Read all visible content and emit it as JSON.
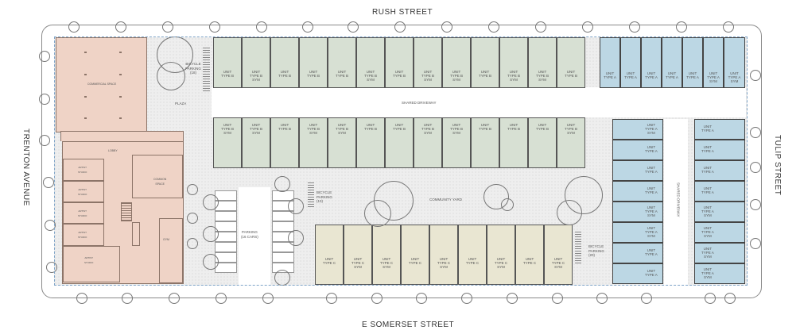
{
  "streets": {
    "north": "RUSH STREET",
    "south": "E SOMERSET STREET",
    "west": "TRENTON AVENUE",
    "east": "TULIP STREET"
  },
  "areas": {
    "commercial_space": "COMMERCIAL SPACE",
    "lobby": "LOBBY",
    "common_space": "COMMON\nSPACE",
    "plaza": "PLAZA",
    "bicycle_parking_plaza": "BICYCLE\nPARKING\n(18)",
    "shared_driveway_main": "SHARED DRIVEWAY",
    "shared_driveway_east": "SHARED DRIVEWAY",
    "parking": "PARKING\n(16 CARS)",
    "bicycle_parking_yard": "BICYCLE\nPARKING\n(13)",
    "community_yard": "COMMUNITY YARD",
    "bicycle_parking_east": "BICYCLE\nPARKING\n(20)",
    "artist_studio": "ARTIST\nSTUDIO",
    "gym": "GYM"
  },
  "colors": {
    "commercial": "#efd3c6",
    "type_a": "#bcd7e4",
    "type_b": "#d7e0d3",
    "type_c": "#e9e6d2",
    "plaza": "#eeeeee"
  },
  "units": {
    "type_b_north_row": [
      "UNIT\nTYPE B",
      "UNIT\nTYPE B\nSYM",
      "UNIT\nTYPE B",
      "UNIT\nTYPE B",
      "UNIT\nTYPE B",
      "UNIT\nTYPE B\nSYM",
      "UNIT\nTYPE B",
      "UNIT\nTYPE B\nSYM",
      "UNIT\nTYPE B\nSYM",
      "UNIT\nTYPE B",
      "UNIT\nTYPE B\nSYM",
      "UNIT\nTYPE B\nSYM",
      "UNIT\nTYPE B"
    ],
    "type_b_south_row": [
      "UNIT\nTYPE B\nSYM",
      "UNIT\nTYPE B\nSYM",
      "UNIT\nTYPE B",
      "UNIT\nTYPE B\nSYM",
      "UNIT\nTYPE B\nSYM",
      "UNIT\nTYPE B",
      "UNIT\nTYPE B",
      "UNIT\nTYPE B\nSYM",
      "UNIT\nTYPE B\nSYM",
      "UNIT\nTYPE B",
      "UNIT\nTYPE B",
      "UNIT\nTYPE B",
      "UNIT\nTYPE B\nSYM"
    ],
    "type_a_north_row": [
      "UNIT\nTYPE A",
      "UNIT\nTYPE A",
      "UNIT\nTYPE A",
      "UNIT\nTYPE A",
      "UNIT\nTYPE A",
      "UNIT\nTYPE A\nSYM",
      "UNIT\nTYPE A\nSYM"
    ],
    "type_a_west_column": [
      "UNIT\nTYPE A\nSYM",
      "UNIT\nTYPE A",
      "UNIT\nTYPE A",
      "UNIT\nTYPE A",
      "UNIT\nTYPE A\nSYM",
      "UNIT\nTYPE A\nSYM",
      "UNIT\nTYPE A",
      "UNIT\nTYPE A"
    ],
    "type_a_east_column": [
      "UNIT\nTYPE A",
      "UNIT\nTYPE A",
      "UNIT\nTYPE A",
      "UNIT\nTYPE A",
      "UNIT\nTYPE A\nSYM",
      "UNIT\nTYPE A\nSYM",
      "UNIT\nTYPE A\nSYM",
      "UNIT\nTYPE A\nSYM"
    ],
    "type_c_row": [
      "UNIT\nTYPE C",
      "UNIT\nTYPE C\nSYM",
      "UNIT\nTYPE C\nSYM",
      "UNIT\nTYPE C",
      "UNIT\nTYPE C\nSYM",
      "UNIT\nTYPE C",
      "UNIT\nTYPE C\nSYM",
      "UNIT\nTYPE C",
      "UNIT\nTYPE C\nSYM"
    ]
  },
  "studios": [
    "ARTIST\nSTUDIO",
    "ARTIST\nSTUDIO",
    "ARTIST\nSTUDIO",
    "ARTIST\nSTUDIO",
    "ARTIST\nSTUDIO"
  ]
}
